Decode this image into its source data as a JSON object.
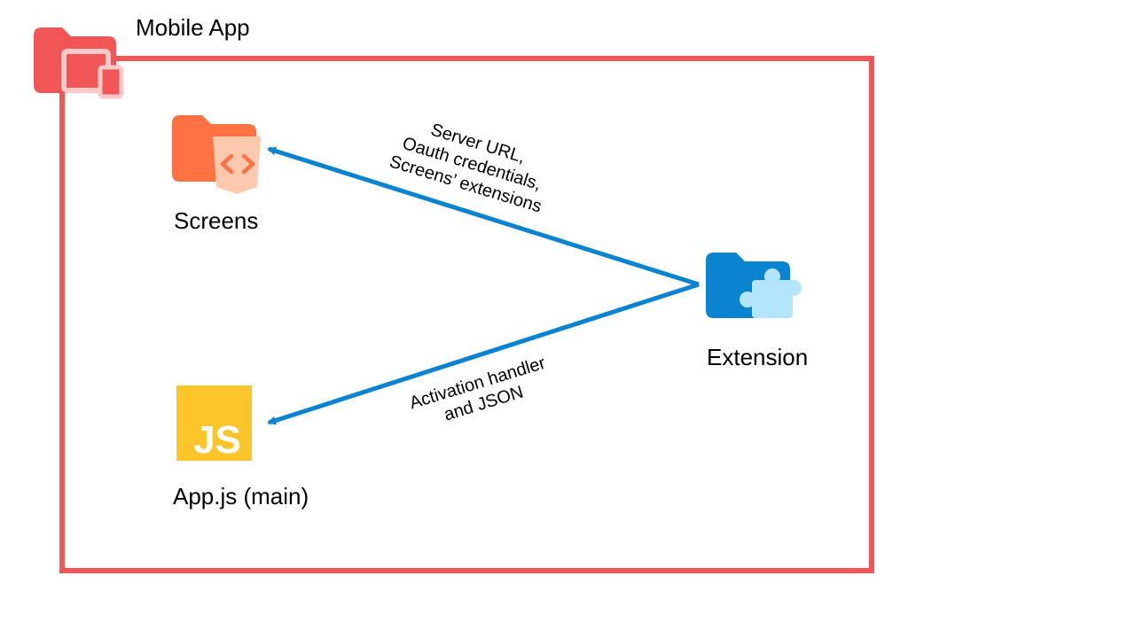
{
  "container": {
    "title": "Mobile App",
    "border_color": "#f25555"
  },
  "nodes": {
    "screens": {
      "label": "Screens",
      "icon": "html-folder-icon",
      "color": "#ff7043"
    },
    "appjs": {
      "label": "App.js (main)",
      "icon": "javascript-icon",
      "color": "#fcc52a"
    },
    "extension": {
      "label": "Extension",
      "icon": "puzzle-folder-icon",
      "color": "#0a84d0"
    }
  },
  "edges": {
    "to_screens": {
      "lines": [
        "Server URL,",
        "Oauth credentials,",
        "Screens’ extensions"
      ],
      "color": "#0a84d0"
    },
    "to_appjs": {
      "lines": [
        "Activation handler",
        "and JSON"
      ],
      "color": "#0a84d0"
    }
  }
}
